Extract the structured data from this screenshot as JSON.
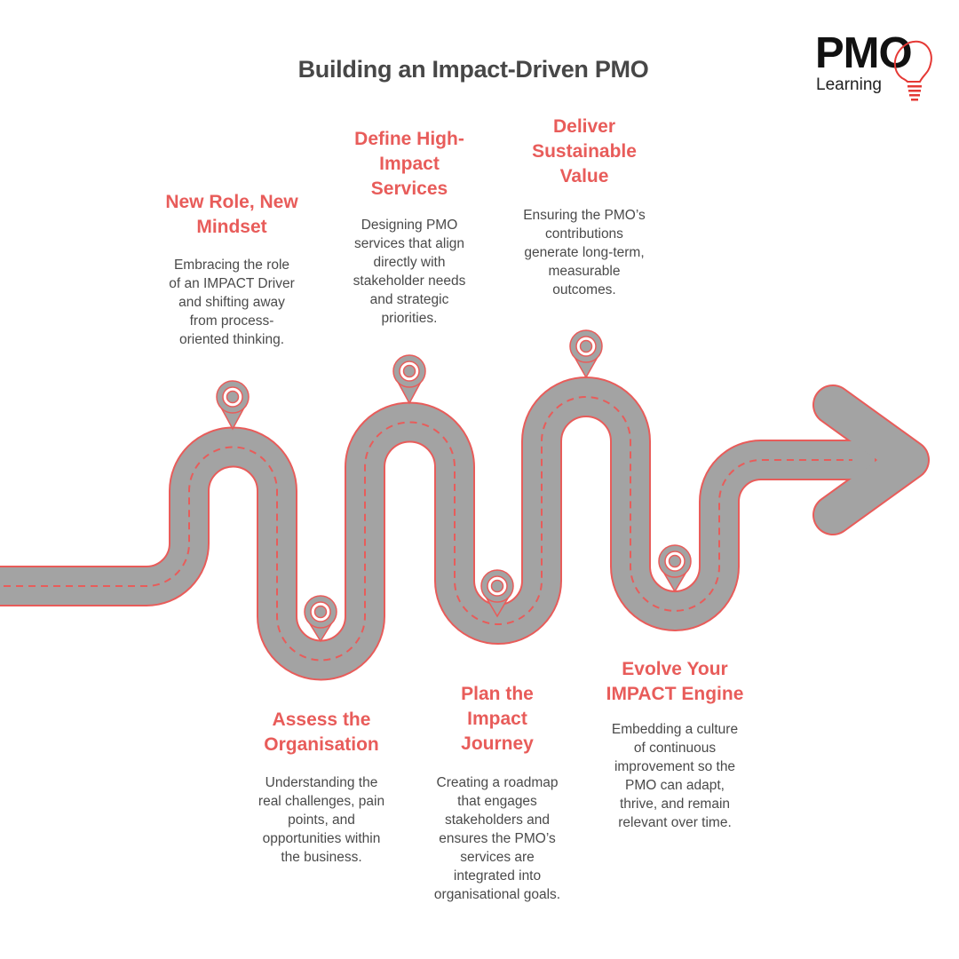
{
  "title": "Building an Impact-Driven PMO",
  "logo": {
    "text": "PMO",
    "subtext": "Learning",
    "accent": "#e53935"
  },
  "colors": {
    "road": "#a3a3a3",
    "accent": "#e85c5a",
    "text": "#4a4a4a"
  },
  "steps": [
    {
      "heading": "New Role, New\nMindset",
      "body": "Embracing the role\nof an IMPACT Driver\nand shifting away\nfrom process-\noriented thinking."
    },
    {
      "heading": "Define High-\nImpact\nServices",
      "body": "Designing PMO\nservices that align\ndirectly with\nstakeholder needs\nand strategic\npriorities."
    },
    {
      "heading": "Deliver\nSustainable\nValue",
      "body": "Ensuring the PMO’s\ncontributions\ngenerate long-term,\nmeasurable\noutcomes."
    },
    {
      "heading": "Assess the\nOrganisation",
      "body": "Understanding the\nreal challenges, pain\npoints, and\nopportunities within\nthe business."
    },
    {
      "heading": "Plan the\nImpact\nJourney",
      "body": "Creating a roadmap\nthat engages\nstakeholders and\nensures the PMO’s\nservices are\nintegrated into\norganisational goals."
    },
    {
      "heading": "Evolve Your\nIMPACT Engine",
      "body": "Embedding a culture\nof continuous\nimprovement so the\nPMO can adapt,\nthrive, and remain\nrelevant over time."
    }
  ]
}
